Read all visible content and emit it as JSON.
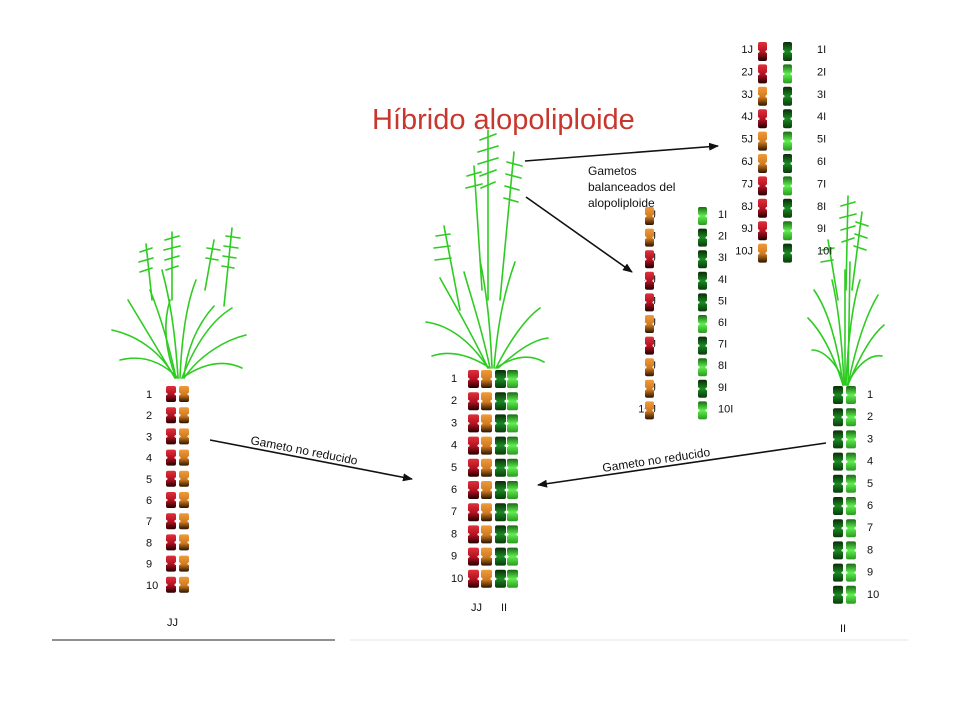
{
  "title": "Híbrido alopoliploide",
  "balanced_label": [
    "Gametos",
    "balanceados del",
    "alopoliploide"
  ],
  "arrow_left_label": "Gameto no reducido",
  "arrow_right_label": "Gameto no reducido",
  "colors": {
    "red": "#c8142a",
    "orange": "#e48a2a",
    "dark_green": "#0e6a1a",
    "light_green": "#58e84a",
    "plant": "#2ecc22",
    "title": "#c8372d"
  },
  "parent_jj": {
    "numbers": [
      "1",
      "2",
      "3",
      "4",
      "5",
      "6",
      "7",
      "8",
      "9",
      "10"
    ],
    "label": "JJ",
    "columns": [
      "red",
      "orange"
    ]
  },
  "hybrid": {
    "numbers": [
      "1",
      "2",
      "3",
      "4",
      "5",
      "6",
      "7",
      "8",
      "9",
      "10"
    ],
    "label_left": "JJ",
    "label_right": "II",
    "columns": [
      "red",
      "orange",
      "dark_green",
      "light_green"
    ]
  },
  "parent_ii": {
    "numbers": [
      "1",
      "2",
      "3",
      "4",
      "5",
      "6",
      "7",
      "8",
      "9",
      "10"
    ],
    "label": "II",
    "columns": [
      "dark_green",
      "light_green"
    ]
  },
  "gamete_top": {
    "left": [
      "1J",
      "2J",
      "3J",
      "4J",
      "5J",
      "6J",
      "7J",
      "8J",
      "9J",
      "10J"
    ],
    "right": [
      "1I",
      "2I",
      "3I",
      "4I",
      "5I",
      "6I",
      "7I",
      "8I",
      "9I",
      "10I"
    ],
    "left_colors": [
      "red",
      "red",
      "orange",
      "red",
      "orange",
      "orange",
      "red",
      "red",
      "red",
      "orange"
    ],
    "right_colors": [
      "dark_green",
      "light_green",
      "dark_green",
      "dark_green",
      "light_green",
      "dark_green",
      "light_green",
      "dark_green",
      "light_green",
      "dark_green"
    ]
  },
  "gamete_mid": {
    "left": [
      "1J",
      "2J",
      "3J",
      "4J",
      "5J",
      "6J",
      "7J",
      "8J",
      "9J",
      "10J"
    ],
    "right": [
      "1I",
      "2I",
      "3I",
      "4I",
      "5I",
      "6I",
      "7I",
      "8I",
      "9I",
      "10I"
    ],
    "left_colors": [
      "orange",
      "orange",
      "red",
      "red",
      "red",
      "orange",
      "red",
      "orange",
      "orange",
      "orange"
    ],
    "right_colors": [
      "light_green",
      "dark_green",
      "dark_green",
      "dark_green",
      "dark_green",
      "light_green",
      "dark_green",
      "light_green",
      "dark_green",
      "light_green"
    ]
  }
}
